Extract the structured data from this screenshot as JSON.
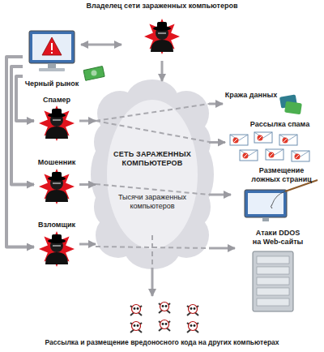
{
  "diagram": {
    "nodes": [
      {
        "text": [
          "Владелец сети зараженных компьютеров"
        ]
      },
      {
        "text": [
          "Черный рынок"
        ]
      },
      {
        "text": [
          "Спамер"
        ]
      },
      {
        "text": [
          "Мошенник"
        ]
      },
      {
        "text": [
          "Взломщик"
        ]
      },
      {
        "text": [
          "СЕТЬ ЗАРАЖЕННЫХ КОМПЬЮТЕРОВ",
          "Тысячи зараженных компьютеров"
        ]
      },
      {
        "text": [
          "Кража данных"
        ]
      },
      {
        "text": [
          "Рассылка спама"
        ]
      },
      {
        "text": [
          "Размещение ложных страниц"
        ]
      },
      {
        "text": [
          "Атаки DDOS на Web-сайты"
        ]
      },
      {
        "text": [
          "Рассылка и размещение вредоносного кода на других компьютерах"
        ]
      }
    ],
    "edges": [
      {
        "from": 0,
        "to": 1,
        "arrow": "both"
      },
      {
        "from": 0,
        "to": 5,
        "arrow": "to"
      },
      {
        "from": 1,
        "to": 2,
        "arrow": "to"
      },
      {
        "from": 1,
        "to": 3,
        "arrow": "to"
      },
      {
        "from": 1,
        "to": 4,
        "arrow": "to"
      },
      {
        "from": 2,
        "to": 5,
        "arrow": "to"
      },
      {
        "from": 3,
        "to": 5,
        "arrow": "to"
      },
      {
        "from": 4,
        "to": 5,
        "arrow": "to"
      },
      {
        "from": 5,
        "to": 6,
        "arrow": "to"
      },
      {
        "from": 5,
        "to": 7,
        "arrow": "to"
      },
      {
        "from": 5,
        "to": 8,
        "arrow": "to"
      },
      {
        "from": 5,
        "to": 9,
        "arrow": "to"
      },
      {
        "from": 5,
        "to": 10,
        "arrow": "to"
      }
    ]
  }
}
